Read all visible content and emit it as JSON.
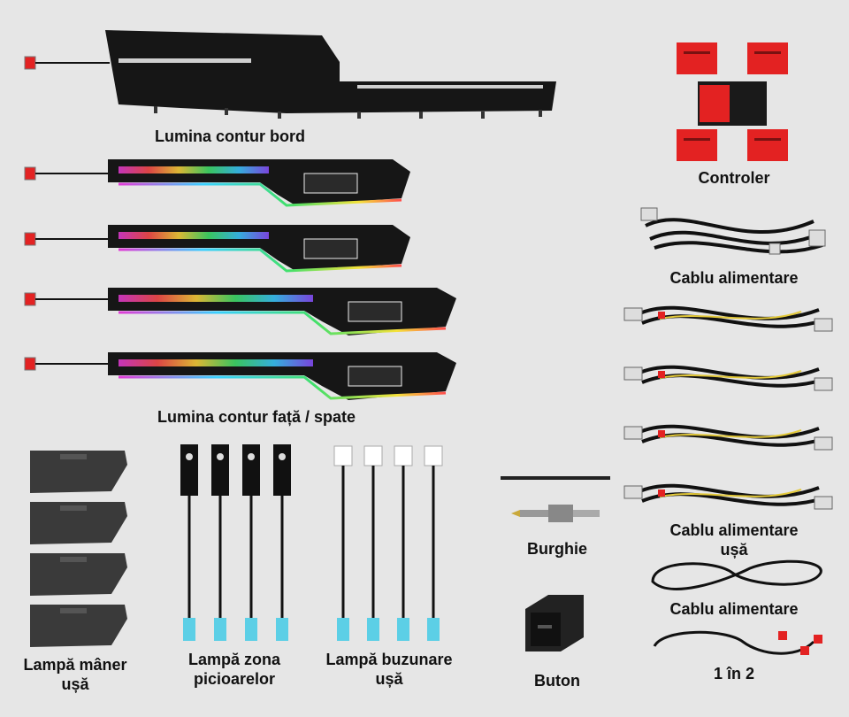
{
  "labels": {
    "dash": "Lumina contur bord",
    "controller": "Controler",
    "power_cable_1": "Cablu alimentare",
    "door_strip": "Lumina contur față / spate",
    "door_cable_line1": "Cablu alimentare",
    "door_cable_line2": "ușă",
    "power_cable_2": "Cablu alimentare",
    "splitter": "1 în 2",
    "handle_line1": "Lampă mâner",
    "handle_line2": "ușă",
    "footwell_line1": "Lampă zona",
    "footwell_line2": "picioarelor",
    "pocket_line1": "Lampă buzunare",
    "pocket_line2": "ușă",
    "drill": "Burghie",
    "button": "Buton"
  },
  "colors": {
    "background": "#e6e6e6",
    "trim_black": "#161616",
    "connector_red": "#e32222",
    "connector_blue": "#5ccfe6",
    "led_green": "#39e36b",
    "led_magenta": "#e23fd2"
  }
}
